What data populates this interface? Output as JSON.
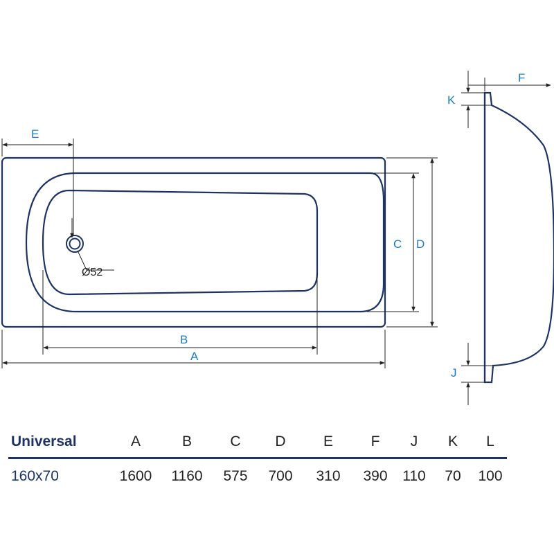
{
  "colors": {
    "outline": "#1d3366",
    "dimension": "#1a7fc2",
    "text": "#222222"
  },
  "labels": {
    "A": "A",
    "B": "B",
    "C": "C",
    "D": "D",
    "E": "E",
    "F": "F",
    "J": "J",
    "K": "K",
    "drain": "Ø52"
  },
  "table": {
    "headers": [
      "Universal",
      "A",
      "B",
      "C",
      "D",
      "E",
      "F",
      "J",
      "K",
      "L"
    ],
    "row": [
      "160x70",
      "1600",
      "1160",
      "575",
      "700",
      "310",
      "390",
      "110",
      "70",
      "100"
    ]
  }
}
